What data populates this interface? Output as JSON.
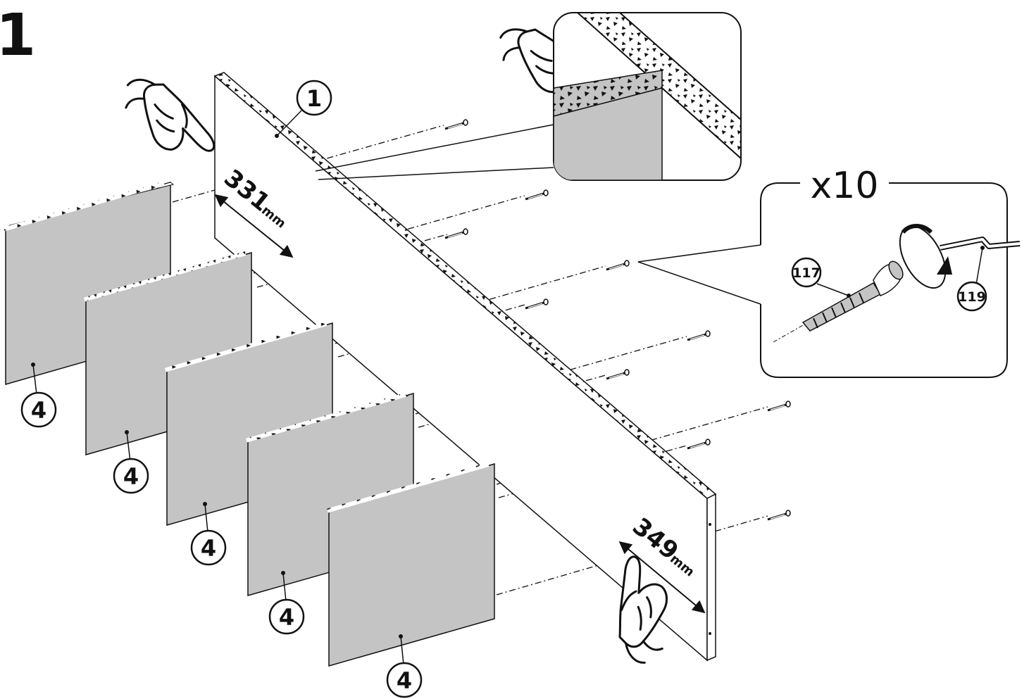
{
  "step": {
    "number": "1"
  },
  "parts": {
    "panel_label": "1",
    "shelf_label": "4",
    "screw_label": "117",
    "key_label": "119"
  },
  "callout": {
    "quantity": "x10"
  },
  "dimensions": {
    "top": {
      "value": "331",
      "unit": "mm"
    },
    "bottom": {
      "value": "349",
      "unit": "mm"
    }
  },
  "colors": {
    "panel_face": "#c4c4c4",
    "edge_fill": "#ffffff",
    "line": "#111111",
    "background": "#ffffff"
  },
  "icons": [
    "pointing-hand-icon",
    "screw-117-icon",
    "allen-key-119-icon",
    "rotation-arrow-icon"
  ]
}
